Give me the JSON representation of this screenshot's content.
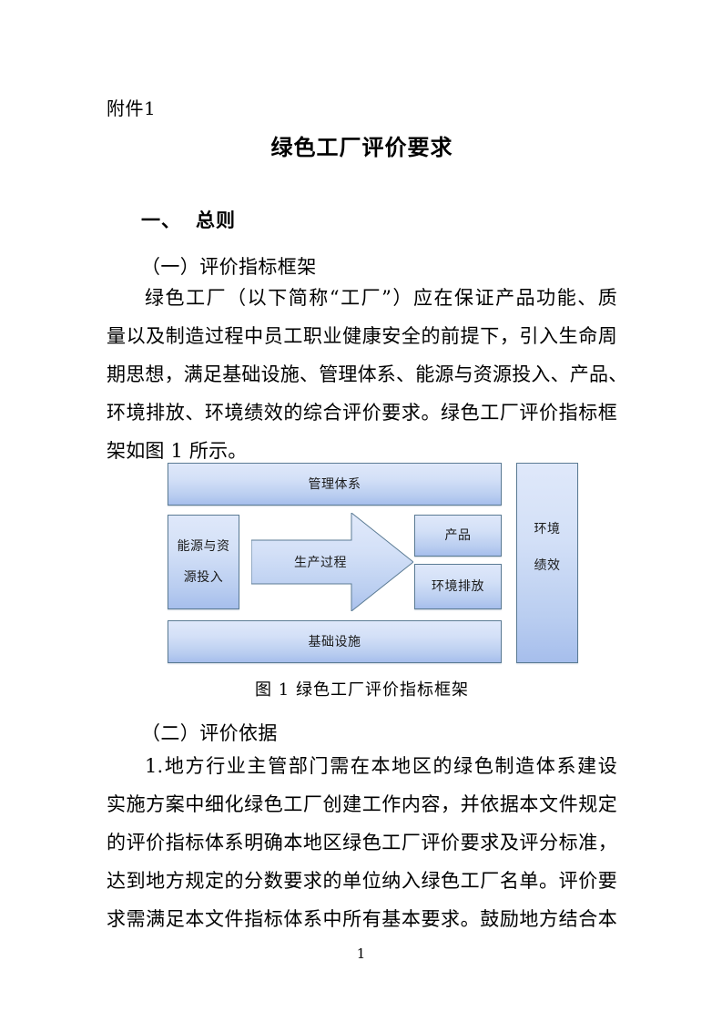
{
  "document": {
    "attachment_label": "附件1",
    "title": "绿色工厂评价要求",
    "page_number": "1"
  },
  "section_1": {
    "number": "一、",
    "heading": "总则"
  },
  "subsection_1": {
    "heading": "（一）评价指标框架",
    "paragraph_lines": [
      "绿色工厂（以下简称“工厂”）应在保证产品功能、质",
      "量以及制造过程中员工职业健康安全的前提下，引入生命周",
      "期思想，满足基础设施、管理体系、能源与资源投入、产品、",
      "环境排放、环境绩效的综合评价要求。绿色工厂评价指标框",
      "架如图 1 所示。"
    ]
  },
  "figure": {
    "caption": "图 1 绿色工厂评价指标框架",
    "boxes": {
      "management_system": "管理体系",
      "energy_resource_input_line1": "能源与资",
      "energy_resource_input_line2": "源投入",
      "production_process": "生产过程",
      "product": "产品",
      "environmental_emission": "环境排放",
      "infrastructure": "基础设施",
      "environmental_performance_line1": "环境",
      "environmental_performance_line2": "绩效"
    },
    "colors": {
      "border": "#5B7B94",
      "gradient_top": "#DFE8FA",
      "gradient_bottom": "#A6BEEC"
    }
  },
  "subsection_2": {
    "heading": "（二）评价依据",
    "paragraph_lines": [
      "1.地方行业主管部门需在本地区的绿色制造体系建设",
      "实施方案中细化绿色工厂创建工作内容，并依据本文件规定",
      "的评价指标体系明确本地区绿色工厂评价要求及评分标准，",
      "达到地方规定的分数要求的单位纳入绿色工厂名单。评价要",
      "求需满足本文件指标体系中所有基本要求。鼓励地方结合本"
    ]
  }
}
